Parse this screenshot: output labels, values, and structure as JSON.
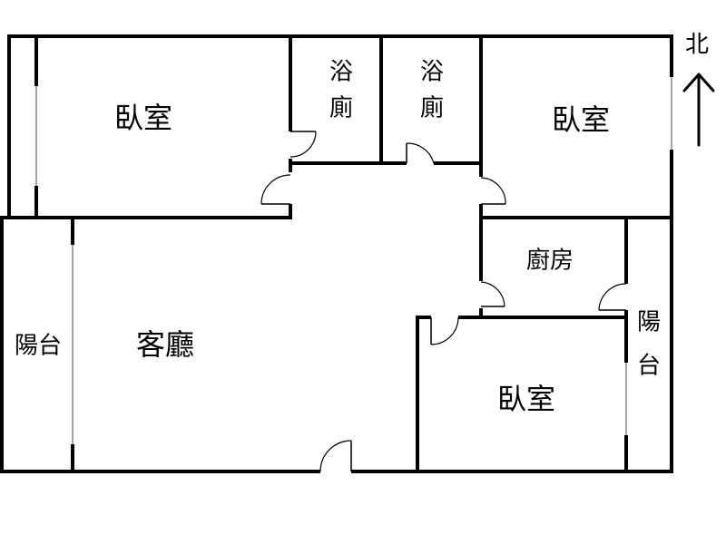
{
  "plan": {
    "north_label": "北",
    "rooms": {
      "bedroom_nw": [
        "臥室"
      ],
      "bath_1": [
        "浴",
        "廁"
      ],
      "bath_2": [
        "浴",
        "廁"
      ],
      "bedroom_ne": [
        "臥室"
      ],
      "kitchen": [
        "廚房"
      ],
      "balcony_west": [
        "陽台"
      ],
      "living_room": [
        "客廳"
      ],
      "balcony_east": [
        "陽",
        "台"
      ],
      "bedroom_se": [
        "臥室"
      ]
    }
  }
}
